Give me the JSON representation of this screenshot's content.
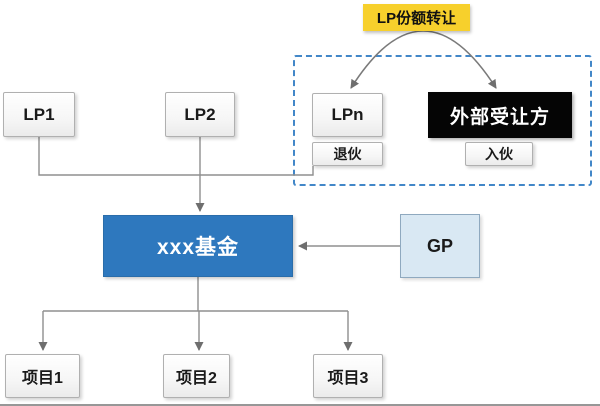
{
  "diagram": {
    "badge": {
      "label": "LP份额转让"
    },
    "nodes": {
      "lp1": {
        "label": "LP1"
      },
      "lp2": {
        "label": "LP2"
      },
      "lpn": {
        "label": "LPn"
      },
      "external": {
        "label": "外部受让方"
      },
      "withdraw": {
        "label": "退伙"
      },
      "join": {
        "label": "入伙"
      },
      "fund": {
        "label": "xxx基金"
      },
      "gp": {
        "label": "GP"
      },
      "project1": {
        "label": "项目1"
      },
      "project2": {
        "label": "项目2"
      },
      "project3": {
        "label": "项目3"
      }
    },
    "edges": [
      {
        "from": "LPn",
        "to": "外部受让方",
        "label": "LP份额转让",
        "style": "curved-double-arrow"
      },
      {
        "from": "LP1",
        "to": "退伙",
        "style": "elbow-line"
      },
      {
        "from": "LP2",
        "to": "xxx基金",
        "style": "arrow"
      },
      {
        "from": "GP",
        "to": "xxx基金",
        "style": "arrow"
      },
      {
        "from": "xxx基金",
        "to": "项目1",
        "style": "arrow"
      },
      {
        "from": "xxx基金",
        "to": "项目2",
        "style": "arrow"
      },
      {
        "from": "xxx基金",
        "to": "项目3",
        "style": "arrow"
      }
    ],
    "colors": {
      "badge_bg": "#f7d02c",
      "fund_bg": "#2e78be",
      "external_bg": "#050505",
      "gp_bg": "#d9e8f3",
      "dashed_border": "#4287c8",
      "connector": "#8f8f8f",
      "arrowhead": "#6e6e6e"
    }
  }
}
